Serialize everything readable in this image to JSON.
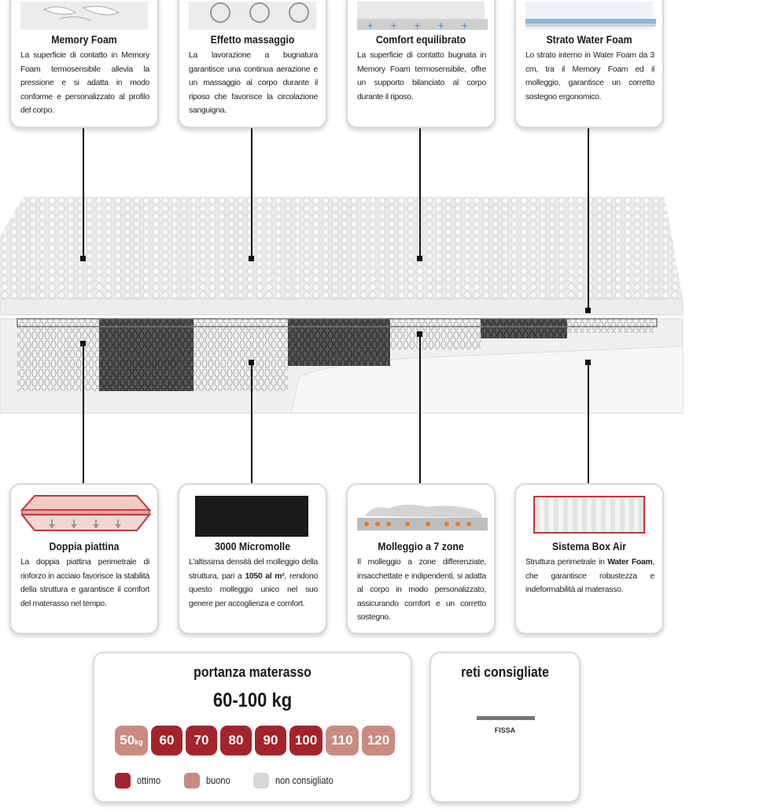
{
  "top_cards": [
    {
      "title": "Memory Foam",
      "text": "La superficie di contatto in Memory Foam termosensibile allevia la pressione e si adatta in modo conforme e personalizzato al profilo del corpo."
    },
    {
      "title": "Effetto massaggio",
      "text": "La lavorazione a bugnatura garantisce una continua aerazione e un massaggio al corpo durante il riposo che favorisce la circolazione sanguigna."
    },
    {
      "title": "Comfort equilibrato",
      "text": "La superficie di contatto bugnata in Memory Foam termosensibile, offre un supporto bilanciato al corpo durante il riposo."
    },
    {
      "title": "Strato Water Foam",
      "text": "Lo strato interno in Water Foam da 3 cm, tra il Memory Foam ed il molleggio, garantisce un corretto sostegno ergonomico."
    }
  ],
  "bottom_cards": [
    {
      "title": "Doppia piattina",
      "text": "La doppia piattina perimetrale di rinforzo in acciaio favorisce la stabilità della struttura e garantisce il comfort del materasso nel tempo."
    },
    {
      "title": "3000 Micromolle",
      "text_a": "L'altissima densità del molleggio della struttura, pari a ",
      "text_bold": "1050 al m²",
      "text_b": ", rendono questo molleggio unico nel suo genere per accoglienza e comfort."
    },
    {
      "title": "Molleggio a 7 zone",
      "text": "Il molleggio a zone differenziate, insacchettate e indipendenti, si adatta al corpo in modo personalizzato, assicurando comfort e un corretto sostegno."
    },
    {
      "title": "Sistema Box Air",
      "text_a": "Struttura perimetrale in ",
      "text_bold": "Water Foam",
      "text_b": ", che garantisce robustezza e indeformabilità al materasso."
    }
  ],
  "portanza": {
    "title": "portanza materasso",
    "range": "60-100 kg",
    "scale": [
      {
        "label": "50",
        "unit": "kg",
        "level": "buono"
      },
      {
        "label": "60",
        "level": "ottimo"
      },
      {
        "label": "70",
        "level": "ottimo"
      },
      {
        "label": "80",
        "level": "ottimo"
      },
      {
        "label": "90",
        "level": "ottimo"
      },
      {
        "label": "100",
        "level": "ottimo"
      },
      {
        "label": "110",
        "level": "buono"
      },
      {
        "label": "120",
        "level": "buono"
      }
    ],
    "legend": {
      "ottimo": "ottimo",
      "buono": "buono",
      "non": "non consigliato"
    },
    "colors": {
      "ottimo": "#a3242c",
      "buono": "#c98b82",
      "non": "#d8d8d8"
    }
  },
  "reti": {
    "title": "reti consigliate",
    "item": "FISSA"
  }
}
